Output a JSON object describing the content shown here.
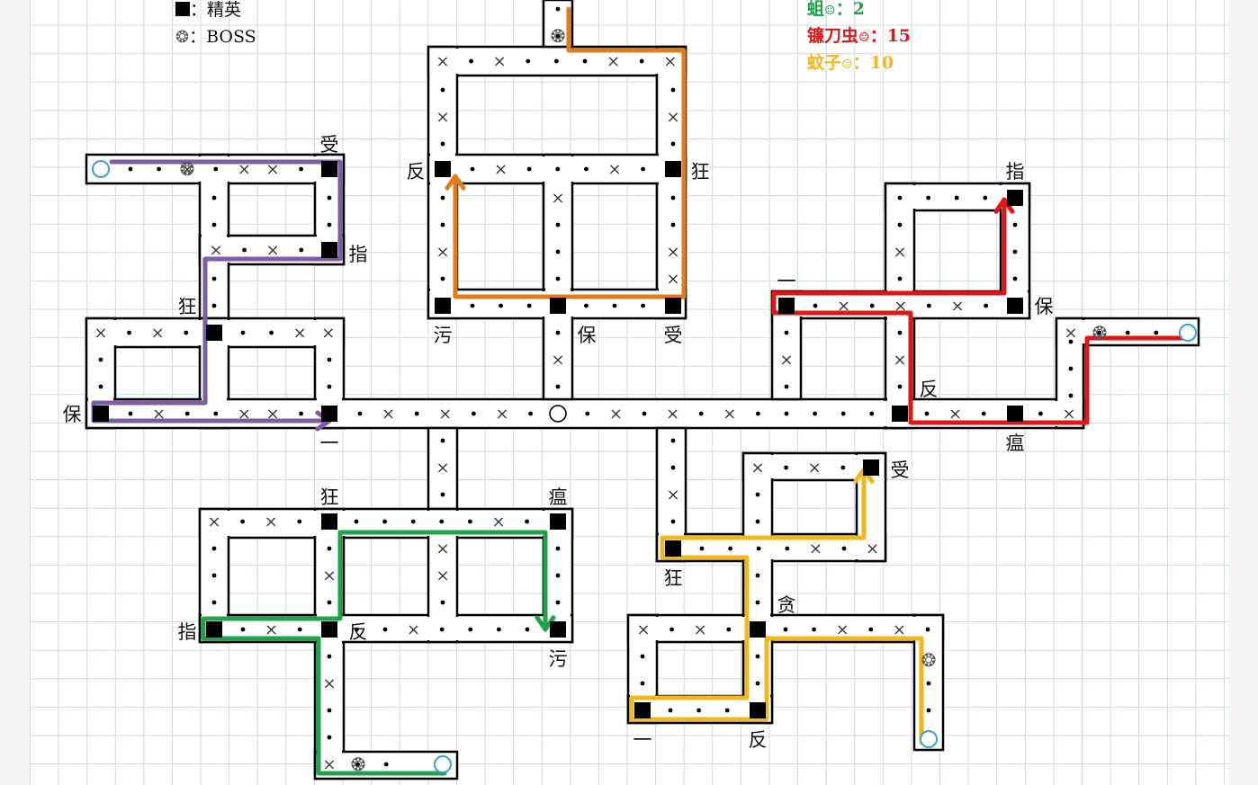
{
  "legend_left": {
    "elite_label": "：精英",
    "boss_label": "：BOSS"
  },
  "legend_right": [
    {
      "name": "蛆",
      "count": "2",
      "color": "#1fa24a"
    },
    {
      "name": "镰刀虫",
      "count": "15",
      "color": "#e01515"
    },
    {
      "name": "蚊子",
      "count": "10",
      "color": "#f2b81a"
    }
  ],
  "legend_separator": "：",
  "route_colors": {
    "purple": "#7d5ca8",
    "orange": "#e07d1a",
    "red": "#e01515",
    "green": "#1fa24a",
    "yellow": "#f2b81a"
  },
  "map_labels": [
    {
      "id": "label-shou-1",
      "text": "受"
    },
    {
      "id": "label-zhi-1",
      "text": "指"
    },
    {
      "id": "label-kuang-1",
      "text": "狂"
    },
    {
      "id": "label-bao-1",
      "text": "保"
    },
    {
      "id": "label-yi-1",
      "text": "一"
    },
    {
      "id": "label-fan-1",
      "text": "反"
    },
    {
      "id": "label-kuang-2",
      "text": "狂"
    },
    {
      "id": "label-wu-1",
      "text": "污"
    },
    {
      "id": "label-bao-2",
      "text": "保"
    },
    {
      "id": "label-shou-2",
      "text": "受"
    },
    {
      "id": "label-zhi-2",
      "text": "指"
    },
    {
      "id": "label-yi-2",
      "text": "一"
    },
    {
      "id": "label-bao-3",
      "text": "保"
    },
    {
      "id": "label-fan-2",
      "text": "反"
    },
    {
      "id": "label-wen-1",
      "text": "瘟"
    },
    {
      "id": "label-kuang-3",
      "text": "狂"
    },
    {
      "id": "label-wen-2",
      "text": "瘟"
    },
    {
      "id": "label-zhi-3",
      "text": "指"
    },
    {
      "id": "label-fan-3",
      "text": "反"
    },
    {
      "id": "label-wu-2",
      "text": "污"
    },
    {
      "id": "label-shou-3",
      "text": "受"
    },
    {
      "id": "label-kuang-4",
      "text": "狂"
    },
    {
      "id": "label-tan-1",
      "text": "贪"
    },
    {
      "id": "label-yi-3",
      "text": "一"
    },
    {
      "id": "label-fan-4",
      "text": "反"
    }
  ]
}
